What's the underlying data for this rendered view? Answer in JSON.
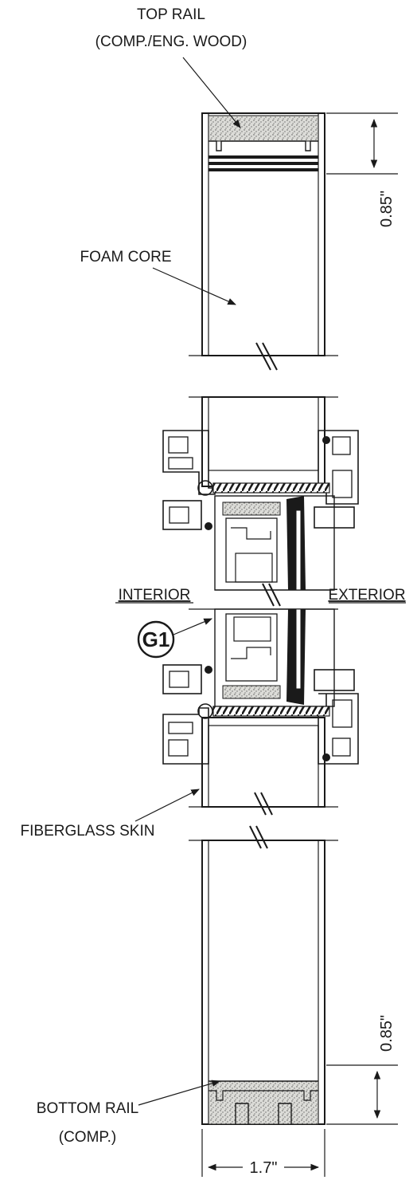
{
  "labels": {
    "top_rail": [
      "TOP RAIL",
      "(COMP./ENG. WOOD)"
    ],
    "foam_core": "FOAM CORE",
    "interior": "INTERIOR",
    "exterior": "EXTERIOR",
    "callout": "G1",
    "fiberglass_skin": "FIBERGLASS SKIN",
    "bottom_rail": [
      "BOTTOM RAIL",
      "(COMP.)"
    ]
  },
  "dimensions": {
    "top_rail_depth": "0.85\"",
    "bottom_rail_depth": "0.85\"",
    "panel_width": "1.7\""
  }
}
